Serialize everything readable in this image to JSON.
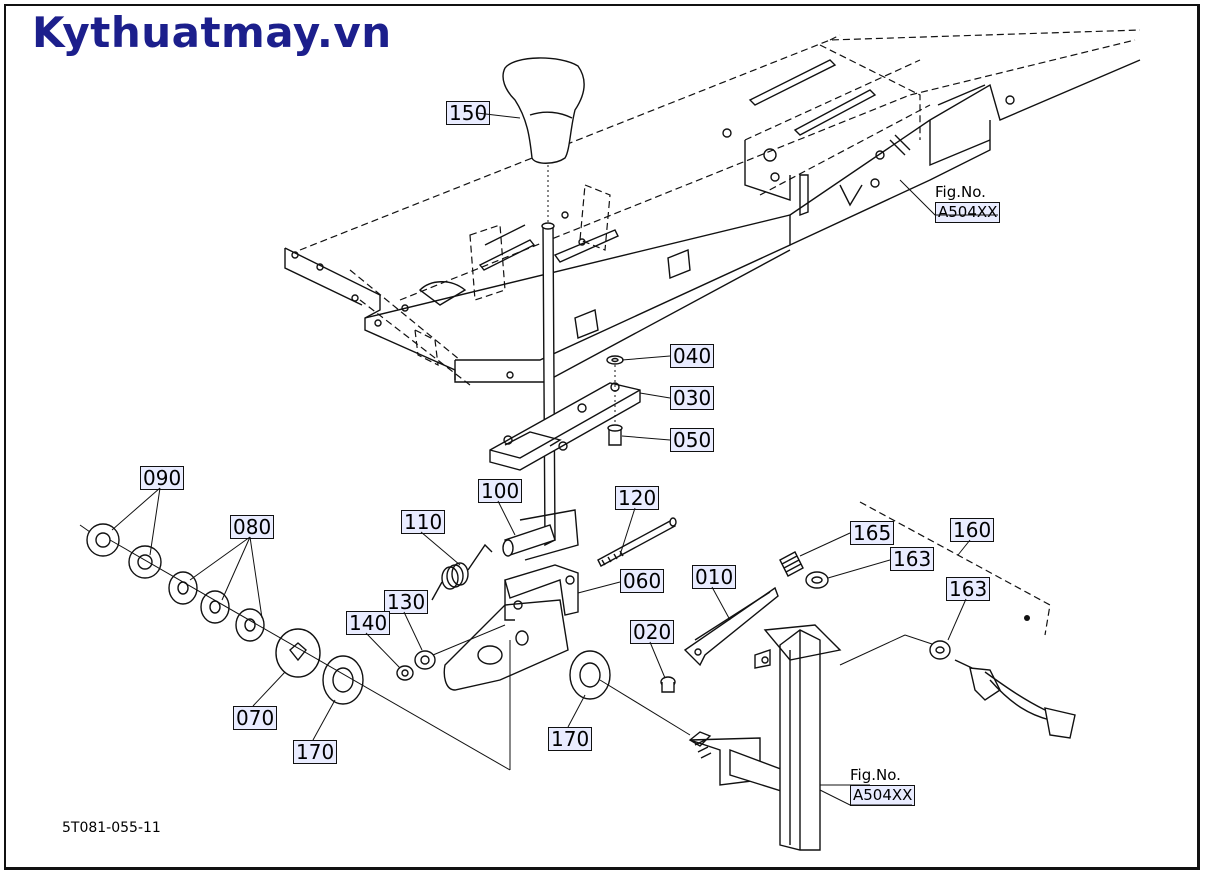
{
  "watermark": "Kythuatmay.vn",
  "drawing_code": "5T081-055-11",
  "figure_refs": [
    {
      "prefix": "Fig.No.",
      "code": "A504XX"
    },
    {
      "prefix": "Fig.No.",
      "code": "A504XX"
    }
  ],
  "part_labels": {
    "p150": "150",
    "p040": "040",
    "p030": "030",
    "p050": "050",
    "p090": "090",
    "p080": "080",
    "p100": "100",
    "p110": "110",
    "p120": "120",
    "p165": "165",
    "p160": "160",
    "p163a": "163",
    "p163b": "163",
    "p060": "060",
    "p010": "010",
    "p130": "130",
    "p140": "140",
    "p020": "020",
    "p070": "070",
    "p170a": "170",
    "p170b": "170"
  },
  "colors": {
    "watermark": "#1c1f8c",
    "label_fill": "#e9ecff",
    "line": "#111111"
  }
}
